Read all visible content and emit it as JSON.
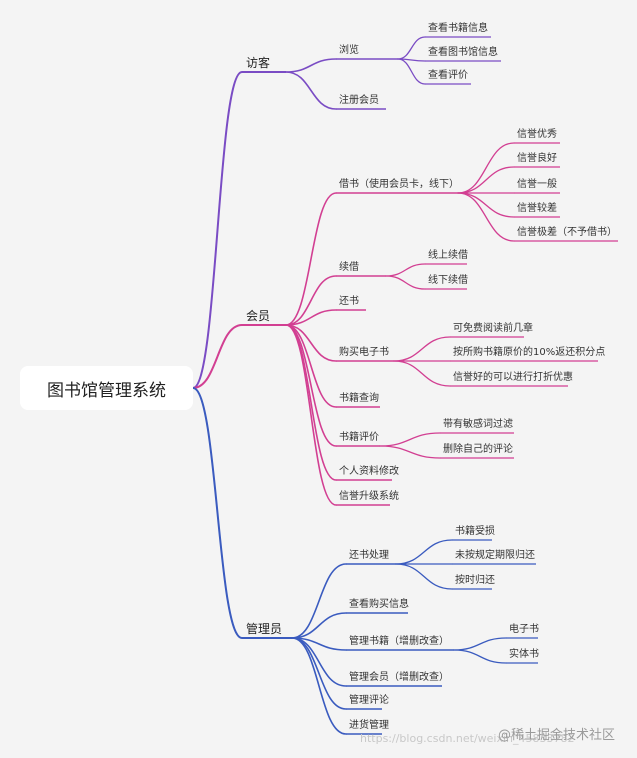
{
  "root": "图书馆管理系统",
  "colors": {
    "visitor": "#7a4cc4",
    "member": "#d23f92",
    "admin": "#3a5bbf"
  },
  "branches": [
    {
      "id": "visitor",
      "label": "访客",
      "children": [
        {
          "label": "浏览",
          "children": [
            {
              "label": "查看书籍信息"
            },
            {
              "label": "查看图书馆信息"
            },
            {
              "label": "查看评价"
            }
          ]
        },
        {
          "label": "注册会员"
        }
      ]
    },
    {
      "id": "member",
      "label": "会员",
      "children": [
        {
          "label": "借书（使用会员卡，线下）",
          "children": [
            {
              "label": "信誉优秀"
            },
            {
              "label": "信誉良好"
            },
            {
              "label": "信誉一般"
            },
            {
              "label": "信誉较差"
            },
            {
              "label": "信誉极差（不予借书）"
            }
          ]
        },
        {
          "label": "续借",
          "children": [
            {
              "label": "线上续借"
            },
            {
              "label": "线下续借"
            }
          ]
        },
        {
          "label": "还书"
        },
        {
          "label": "购买电子书",
          "children": [
            {
              "label": "可免费阅读前几章"
            },
            {
              "label": "按所购书籍原价的10%返还积分点"
            },
            {
              "label": "信誉好的可以进行打折优惠"
            }
          ]
        },
        {
          "label": "书籍查询"
        },
        {
          "label": "书籍评价",
          "children": [
            {
              "label": "带有敏感词过滤"
            },
            {
              "label": "删除自己的评论"
            }
          ]
        },
        {
          "label": "个人资料修改"
        },
        {
          "label": "信誉升级系统"
        }
      ]
    },
    {
      "id": "admin",
      "label": "管理员",
      "children": [
        {
          "label": "还书处理",
          "children": [
            {
              "label": "书籍受损"
            },
            {
              "label": "未按规定期限归还"
            },
            {
              "label": "按时归还"
            }
          ]
        },
        {
          "label": "查看购买信息"
        },
        {
          "label": "管理书籍（增删改查）",
          "children": [
            {
              "label": "电子书"
            },
            {
              "label": "实体书"
            }
          ]
        },
        {
          "label": "管理会员（增删改查）"
        },
        {
          "label": "管理评论"
        },
        {
          "label": "进货管理"
        }
      ]
    }
  ],
  "watermark": {
    "brand": "@稀土掘金技术社区",
    "url": "https://blog.csdn.net/weixin_45833782"
  }
}
